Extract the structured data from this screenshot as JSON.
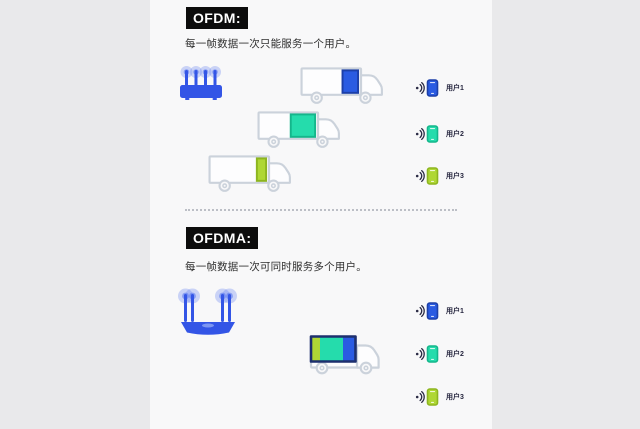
{
  "sections": [
    {
      "id": "ofdm",
      "title": "OFDM:",
      "subtitle": "每一帧数据一次只能服务一个用户。",
      "trucks": [
        {
          "cargo": [
            "blue"
          ]
        },
        {
          "cargo": [
            "teal"
          ]
        },
        {
          "cargo": [
            "lime"
          ]
        }
      ],
      "users": [
        {
          "label": "用户1",
          "color": "blue"
        },
        {
          "label": "用户2",
          "color": "teal"
        },
        {
          "label": "用户3",
          "color": "lime"
        }
      ]
    },
    {
      "id": "ofdma",
      "title": "OFDMA:",
      "subtitle": "每一帧数据一次可同时服务多个用户。",
      "trucks": [
        {
          "cargo": [
            "lime",
            "teal",
            "blue"
          ]
        }
      ],
      "users": [
        {
          "label": "用户1",
          "color": "blue"
        },
        {
          "label": "用户2",
          "color": "teal"
        },
        {
          "label": "用户3",
          "color": "lime"
        }
      ]
    }
  ],
  "colors": {
    "accent_blue": "#2a5be2",
    "blue_border": "#1c3fa8",
    "teal": "#25dcac",
    "teal_border": "#14b68b",
    "lime": "#afd734",
    "lime_border": "#8db51f",
    "cargo_border": "#1d2f6e",
    "truck_outline": "#cbd2db",
    "truck_fill": "#fdfdfe",
    "router_blue": "#3355e6",
    "router_highlight": "#8aa2f3",
    "glow": "rgba(78,112,240,0.28)",
    "glow2": "rgba(78,112,240,0.55)",
    "title_bg": "#0c0c0c",
    "title_fg": "#ffffff",
    "subtitle": "#2e2e2e",
    "label": "#26263f",
    "icon_dark": "#2a2a44",
    "divider": "#bcbfc6",
    "bg_margin": "#e9e9eb",
    "bg_column": "#f8f8f9"
  }
}
